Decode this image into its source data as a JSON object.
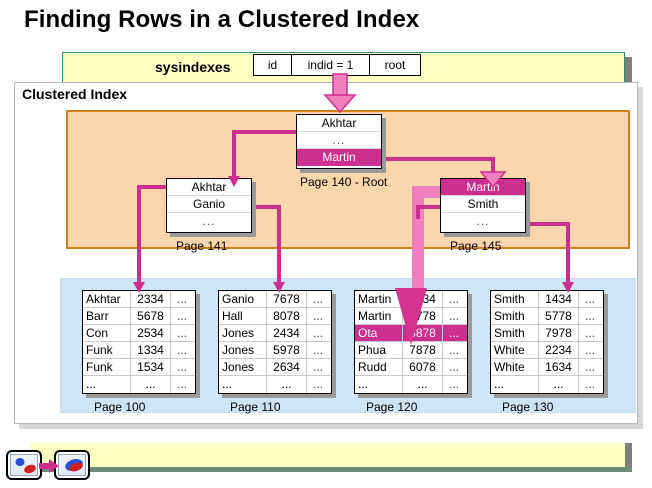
{
  "slide": {
    "title": "Finding Rows in a Clustered Index",
    "panel_title": "Clustered Index"
  },
  "sysindexes": {
    "label": "sysindexes",
    "cells": [
      "id",
      "indid = 1",
      "root"
    ]
  },
  "root_page": {
    "label": "Page 140 - Root",
    "rows": [
      {
        "text": "Akhtar",
        "highlight": false
      },
      {
        "text": "...",
        "highlight": false
      },
      {
        "text": "Martin",
        "highlight": true
      }
    ]
  },
  "intermediate_pages": [
    {
      "label": "Page 141",
      "rows": [
        {
          "text": "Akhtar",
          "highlight": false
        },
        {
          "text": "Ganio",
          "highlight": false
        },
        {
          "text": "...",
          "highlight": false
        }
      ]
    },
    {
      "label": "Page 145",
      "rows": [
        {
          "text": "Martin",
          "highlight": true
        },
        {
          "text": "Smith",
          "highlight": false
        },
        {
          "text": "...",
          "highlight": false
        }
      ]
    }
  ],
  "leaf_pages": [
    {
      "label": "Page 100",
      "rows": [
        {
          "name": "Akhtar",
          "value": "2334",
          "etc": "...",
          "highlight": false
        },
        {
          "name": "Barr",
          "value": "5678",
          "etc": "...",
          "highlight": false
        },
        {
          "name": "Con",
          "value": "2534",
          "etc": "...",
          "highlight": false
        },
        {
          "name": "Funk",
          "value": "1334",
          "etc": "...",
          "highlight": false
        },
        {
          "name": "Funk",
          "value": "1534",
          "etc": "...",
          "highlight": false
        },
        {
          "name": "...",
          "value": "...",
          "etc": "...",
          "highlight": false
        }
      ]
    },
    {
      "label": "Page 110",
      "rows": [
        {
          "name": "Ganio",
          "value": "7678",
          "etc": "...",
          "highlight": false
        },
        {
          "name": "Hall",
          "value": "8078",
          "etc": "...",
          "highlight": false
        },
        {
          "name": "Jones",
          "value": "2434",
          "etc": "...",
          "highlight": false
        },
        {
          "name": "Jones",
          "value": "5978",
          "etc": "...",
          "highlight": false
        },
        {
          "name": "Jones",
          "value": "2634",
          "etc": "...",
          "highlight": false
        },
        {
          "name": "...",
          "value": "...",
          "etc": "...",
          "highlight": false
        }
      ]
    },
    {
      "label": "Page 120",
      "rows": [
        {
          "name": "Martin",
          "value": "1234",
          "etc": "...",
          "highlight": false
        },
        {
          "name": "Martin",
          "value": "7778",
          "etc": "...",
          "highlight": false
        },
        {
          "name": "Ota",
          "value": "5878",
          "etc": "...",
          "highlight": true
        },
        {
          "name": "Phua",
          "value": "7878",
          "etc": "...",
          "highlight": false
        },
        {
          "name": "Rudd",
          "value": "6078",
          "etc": "...",
          "highlight": false
        },
        {
          "name": "...",
          "value": "...",
          "etc": "...",
          "highlight": false
        }
      ]
    },
    {
      "label": "Page 130",
      "rows": [
        {
          "name": "Smith",
          "value": "1434",
          "etc": "...",
          "highlight": false
        },
        {
          "name": "Smith",
          "value": "5778",
          "etc": "...",
          "highlight": false
        },
        {
          "name": "Smith",
          "value": "7978",
          "etc": "...",
          "highlight": false
        },
        {
          "name": "White",
          "value": "2234",
          "etc": "...",
          "highlight": false
        },
        {
          "name": "White",
          "value": "1634",
          "etc": "...",
          "highlight": false
        },
        {
          "name": "...",
          "value": "...",
          "etc": "...",
          "highlight": false
        }
      ]
    }
  ],
  "navigation": {
    "previous_label": "",
    "next_label": ""
  },
  "colors": {
    "highlight": "#cc2f90",
    "connector": "#cc2f90",
    "index_region": "#fbd5ab",
    "index_border": "#d3801a",
    "leaf_region": "#cfe4f5",
    "banner": "#ffffc2",
    "banner_border": "#2e8b7a"
  }
}
